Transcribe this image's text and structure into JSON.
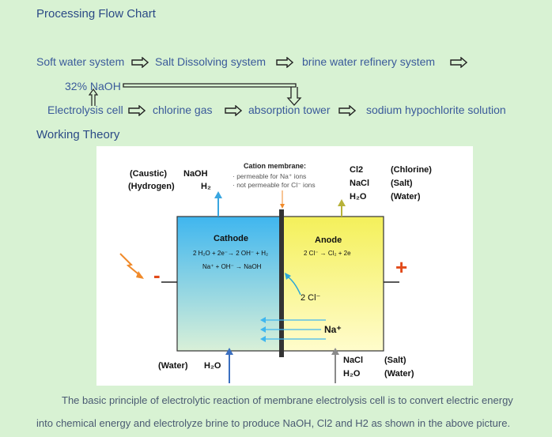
{
  "headings": {
    "flow_chart": "Processing Flow Chart",
    "working_theory": "Working Theory"
  },
  "flow": {
    "row1": [
      "Soft water system",
      "Salt Dissolving system",
      "brine water refinery system"
    ],
    "naoh": "32% NaOH",
    "row3": [
      "Electrolysis cell",
      "chlorine gas",
      "absorption tower",
      "sodium hypochlorite solution"
    ]
  },
  "diagram": {
    "caustic": "(Caustic)",
    "naoh": "NaOH",
    "hydrogen": "(Hydrogen)",
    "h2": "H₂",
    "membrane_title": "Cation membrane:",
    "membrane_line1": "· permeable for Na⁺ ions",
    "membrane_line2": "· not permeable for Cl⁻ ions",
    "cl2": "Cl2",
    "chlorine": "(Chlorine)",
    "nacl_top": "NaCl",
    "salt_top": "(Salt)",
    "h2o_top": "H₂O",
    "water_top": "(Water)",
    "cathode": "Cathode",
    "cathode_eq1": "2 H₂O + 2e⁻→ 2 OH⁻ + H₂",
    "cathode_eq2": "Na⁺ + OH⁻ → NaOH",
    "anode": "Anode",
    "anode_eq": "2 Cl⁻ → Cl₂ + 2e",
    "chloride_ion": "2 Cl⁻",
    "sodium_ion": "Na⁺",
    "minus": "-",
    "plus": "+",
    "water_bottom_left": "(Water)",
    "h2o_bottom_left": "H₂O",
    "nacl_bottom": "NaCl",
    "salt_bottom": "(Salt)",
    "h2o_bottom_right": "H₂O",
    "water_bottom_right": "(Water)",
    "colors": {
      "cathode_fill_top": "#3fb6ef",
      "cathode_fill_bottom": "#d9f0d8",
      "anode_fill_top": "#f4f05a",
      "anode_fill_bottom": "#fffccc",
      "membrane": "#333333",
      "minus_color": "#e24a1a",
      "plus_color": "#e24a1a",
      "h2_arrow": "#39a6e0",
      "cl2_arrow": "#b7b23a",
      "water_arrow": "#3b6fc0",
      "nacl_arrow": "#8a8a8a"
    }
  },
  "paragraph": {
    "line1": "The basic principle of electrolytic reaction of membrane electrolysis cell is to convert electric energy",
    "line2": "into chemical energy and electrolyze brine to produce NaOH, Cl2 and H2 as shown in the above picture."
  }
}
